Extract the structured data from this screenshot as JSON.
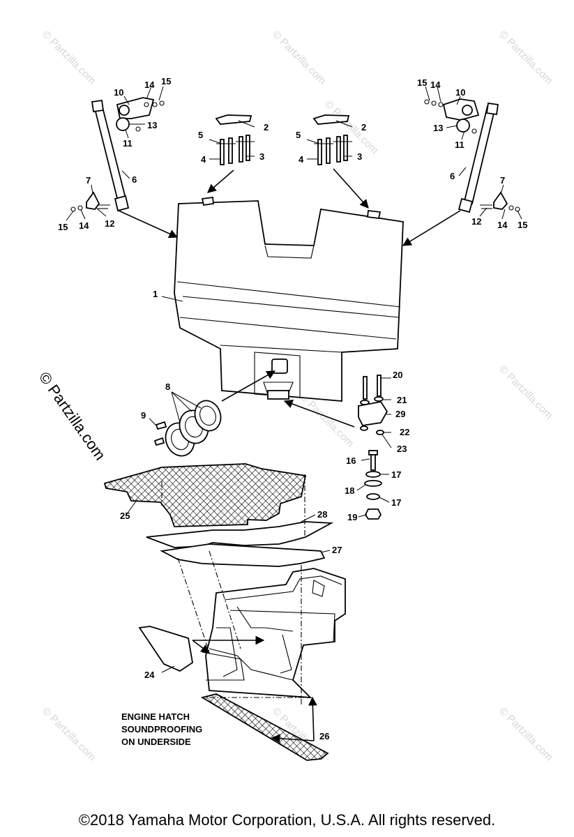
{
  "watermark": {
    "text": "© Partzilla.com",
    "color": "#d6d6d6"
  },
  "callouts": [
    "1",
    "2",
    "3",
    "4",
    "5",
    "6",
    "7",
    "8",
    "9",
    "10",
    "11",
    "12",
    "13",
    "14",
    "15",
    "16",
    "17",
    "18",
    "19",
    "20",
    "21",
    "22",
    "23",
    "24",
    "25",
    "26",
    "27",
    "28",
    "29"
  ],
  "note": {
    "line1": "ENGINE HATCH",
    "line2": "SOUNDPROOFING",
    "line3": "ON UNDERSIDE"
  },
  "copyright": "©2018  Yamaha Motor Corporation, U.S.A. All rights reserved."
}
